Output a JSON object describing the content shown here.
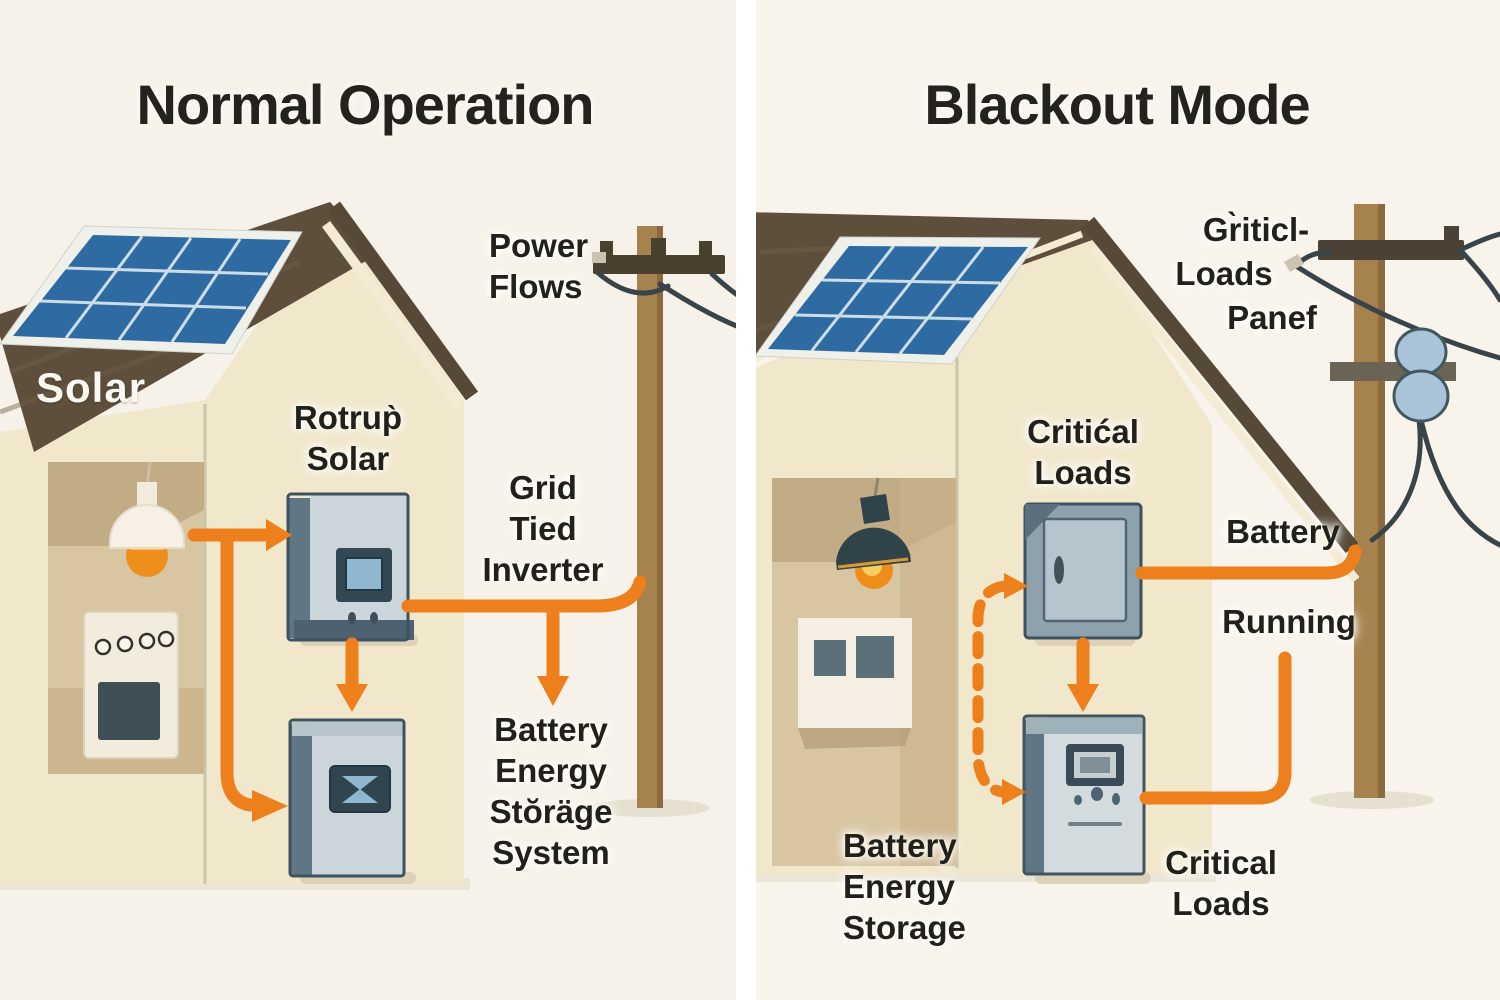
{
  "left_panel": {
    "title": "Normal Operation",
    "roof_label": "Solar",
    "power_flows_lines": [
      "Power",
      "Flows"
    ],
    "rooftop_solar_lines": [
      "Rotrup̀",
      "Solar"
    ],
    "inverter_lines": [
      "Grid",
      "Tied",
      "Inverter"
    ],
    "bess_lines": [
      "Battery",
      "Energy",
      "Stŏräge",
      "System"
    ]
  },
  "right_panel": {
    "title": "Blackout Mode",
    "loads_panel_lines": [
      "Gr̀iticl-",
      "Loads",
      "Panef"
    ],
    "critical_loads_gable_lines": [
      "Critićal",
      "Loads"
    ],
    "battery_label": "Battery",
    "running_label": "Running",
    "bess_lines": [
      "Battery",
      "Energy",
      "Storage"
    ],
    "critical_loads_bottom_lines": [
      "Critical",
      "Loads"
    ]
  },
  "colors": {
    "background": "#f7f2e9",
    "accent_orange": "#ee7f1d",
    "roof_brown": "#5d4f3c",
    "solar_panel_blue": "#2e6ba2",
    "wall_cream": "#f1e7cb",
    "equipment_gray": "#ccd6da",
    "equipment_dark_edge": "#5f7684",
    "pole_brown": "#a6824f",
    "wire_dark": "#39444a",
    "text_dark": "#22201b",
    "roof_text_white": "#fbf8f1"
  }
}
